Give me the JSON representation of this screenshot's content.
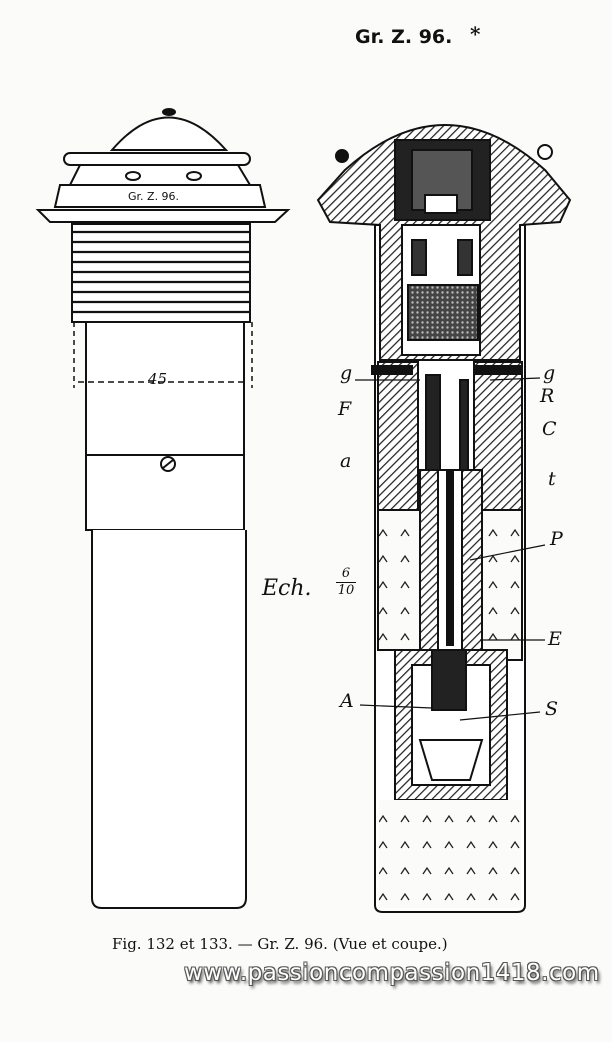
{
  "header": {
    "title": "Gr. Z. 96.",
    "mark": "*"
  },
  "left_view": {
    "engraving": "Gr. Z. 96.",
    "dimension": "45"
  },
  "scale": {
    "prefix": "Ech.",
    "numerator": "6",
    "denominator": "10"
  },
  "section_labels": {
    "g_left": "g",
    "g_right": "g",
    "R": "R",
    "F": "F",
    "C": "C",
    "a": "a",
    "t": "t",
    "P": "P",
    "E": "E",
    "A": "A",
    "S": "S"
  },
  "caption": "Fig. 132 et 133. — Gr. Z. 96. (Vue et coupe.)",
  "watermark": "www.passioncompassion1418.com"
}
